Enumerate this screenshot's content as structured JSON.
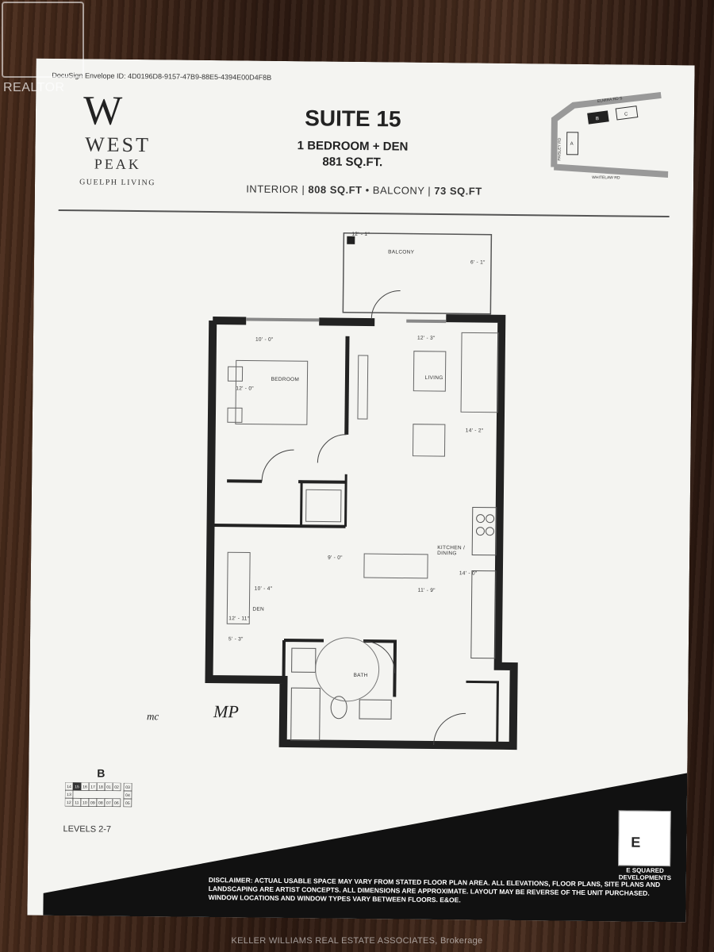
{
  "watermark": {
    "realtor": "REALTOR",
    "brokerage": "KELLER WILLIAMS REAL ESTATE ASSOCIATES, Brokerage"
  },
  "sheet": {
    "docusign": "DocuSign Envelope ID: 4D0196D8-9157-47B9-88E5-4394E00D4F8B",
    "logo": {
      "mark": "W",
      "name_line1": "WEST",
      "name_line2": "PEAK",
      "tagline": "GUELPH LIVING"
    },
    "suite_title": "SUITE 15",
    "suite_type": "1 BEDROOM + DEN",
    "suite_area": "881 SQ.FT.",
    "interior_label": "INTERIOR",
    "interior_value": "808 SQ.FT",
    "balcony_label": "BALCONY",
    "balcony_value": "73 SQ.FT",
    "site_map": {
      "road_top": "ELMIRA RD S",
      "road_side": "PAISLEY RD",
      "road_bottom": "WHITELAW RD",
      "blocks": [
        "A",
        "B",
        "C"
      ]
    },
    "rooms": {
      "balcony": "BALCONY",
      "balcony_w": "12' - 1\"",
      "balcony_d": "6' - 1\"",
      "bedroom": "BEDROOM",
      "bedroom_w": "10' - 0\"",
      "bedroom_d": "12' - 0\"",
      "living": "LIVING",
      "living_w": "12' - 3\"",
      "living_d": "14' - 2\"",
      "kitchen": "KITCHEN / DINING",
      "kitchen_w": "11' - 9\"",
      "kitchen_d": "14' - 0\"",
      "den": "DEN",
      "den_w": "10' - 4\"",
      "den_d": "12' - 11\"",
      "den_h": "9' - 0\"",
      "den_small": "5' - 3\"",
      "bath": "BATH"
    },
    "key_plan": {
      "building": "B",
      "levels": "LEVELS 2-7",
      "top_row": [
        "14",
        "15",
        "16",
        "17",
        "18",
        "01",
        "02",
        "03"
      ],
      "bottom_row": [
        "12",
        "11",
        "10",
        "09",
        "08",
        "07",
        "06",
        "05"
      ],
      "side": [
        "13",
        "04"
      ]
    },
    "signatures": {
      "initials_1": "mc",
      "initials_2": "MP"
    },
    "developer": {
      "mark": "E",
      "name": "E SQUARED DEVELOPMENTS"
    },
    "disclaimer": "DISCLAIMER: ACTUAL USABLE SPACE MAY VARY FROM STATED FLOOR PLAN AREA. ALL ELEVATIONS, FLOOR PLANS, SITE PLANS AND LANDSCAPING ARE ARTIST CONCEPTS. ALL DIMENSIONS ARE APPROXIMATE. LAYOUT MAY BE REVERSE OF THE UNIT PURCHASED. WINDOW LOCATIONS AND WINDOW TYPES VARY BETWEEN FLOORS. E&OE."
  }
}
